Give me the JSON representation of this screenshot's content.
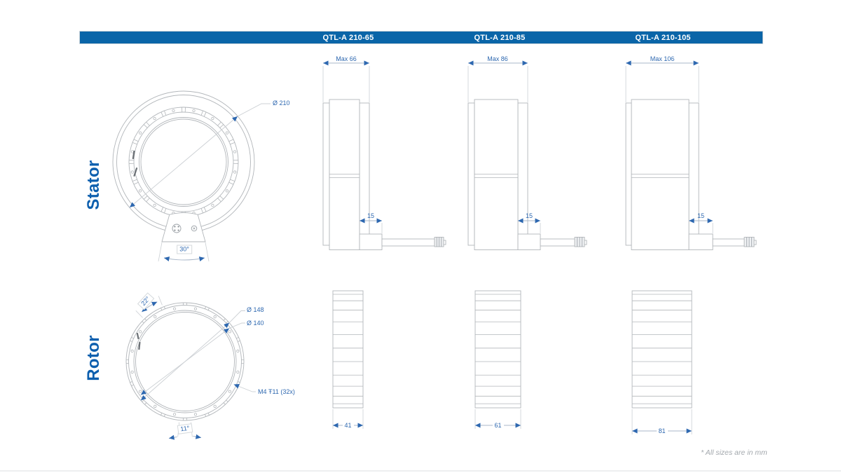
{
  "header": {
    "columns": [
      "QTL-A 210-65",
      "QTL-A 210-85",
      "QTL-A 210-105"
    ],
    "bar_color": "#0a65a8"
  },
  "rows": {
    "stator_label": "Stator",
    "rotor_label": "Rotor"
  },
  "stator_front": {
    "outer_diameter": "Ø 210",
    "connector_angle": "30°"
  },
  "rotor_front": {
    "outer_diameter": "Ø 148",
    "inner_diameter": "Ø 140",
    "mounting_holes": "M4 Ŧ11 (32x)",
    "hole_spacing_angle": "22°",
    "half_spacing_angle": "11°"
  },
  "stator_side": [
    {
      "model": "QTL-A 210-65",
      "max_length": "Max 66",
      "connector_block_width": "15"
    },
    {
      "model": "QTL-A 210-85",
      "max_length": "Max 86",
      "connector_block_width": "15"
    },
    {
      "model": "QTL-A 210-105",
      "max_length": "Max 106",
      "connector_block_width": "15"
    }
  ],
  "rotor_side": [
    {
      "model": "QTL-A 210-65",
      "length": "41"
    },
    {
      "model": "QTL-A 210-85",
      "length": "61"
    },
    {
      "model": "QTL-A 210-105",
      "length": "81"
    }
  ],
  "footnote": "* All sizes are in mm",
  "colors": {
    "header_bar": "#0a65a8",
    "dimension": "#2e68b0",
    "drawing_line": "#b2b6ba",
    "row_label": "#0d5fae",
    "footnote": "#a3a8ad"
  }
}
